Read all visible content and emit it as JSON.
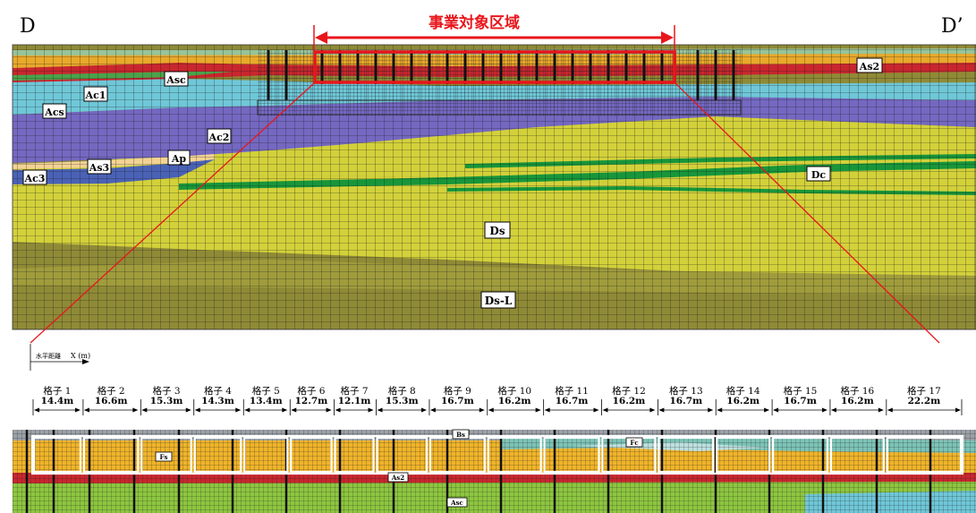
{
  "section": {
    "left_label": "D",
    "right_label": "D’"
  },
  "project_area": {
    "label": "事業対象区域",
    "color": "#e8161b"
  },
  "layers": [
    {
      "name": "Asc",
      "color": "#c9262e"
    },
    {
      "name": "Ac1",
      "color": "#6fc7d8"
    },
    {
      "name": "Acs",
      "color": "#6fc7d8"
    },
    {
      "name": "Ac2",
      "color": "#7468c1"
    },
    {
      "name": "Ap",
      "color": "#f3d394"
    },
    {
      "name": "As3",
      "color": "#f3d394"
    },
    {
      "name": "Ac3",
      "color": "#4a62b6"
    },
    {
      "name": "As2",
      "color": "#e9a92a"
    },
    {
      "name": "Dc",
      "color": "#17963a"
    },
    {
      "name": "Ds",
      "color": "#d3d13a"
    },
    {
      "name": "Ds-L",
      "color": "#8f8a36"
    }
  ],
  "axis": {
    "caption": "水平距離",
    "label": "X (m)"
  },
  "grids": [
    {
      "name": "格子 1",
      "width": "14.4m"
    },
    {
      "name": "格子 2",
      "width": "16.6m"
    },
    {
      "name": "格子 3",
      "width": "15.3m"
    },
    {
      "name": "格子 4",
      "width": "14.3m"
    },
    {
      "name": "格子 5",
      "width": "13.4m"
    },
    {
      "name": "格子 6",
      "width": "12.7m"
    },
    {
      "name": "格子 7",
      "width": "12.1m"
    },
    {
      "name": "格子 8",
      "width": "15.3m"
    },
    {
      "name": "格子 9",
      "width": "16.7m"
    },
    {
      "name": "格子 10",
      "width": "16.2m"
    },
    {
      "name": "格子 11",
      "width": "16.7m"
    },
    {
      "name": "格子 12",
      "width": "16.2m"
    },
    {
      "name": "格子 13",
      "width": "16.7m"
    },
    {
      "name": "格子 14",
      "width": "16.2m"
    },
    {
      "name": "格子 15",
      "width": "16.7m"
    },
    {
      "name": "格子 16",
      "width": "16.2m"
    },
    {
      "name": "格子 17",
      "width": "22.2m"
    }
  ],
  "detail_labels": [
    "Bs",
    "Fc",
    "Fs",
    "As2",
    "Asc"
  ]
}
